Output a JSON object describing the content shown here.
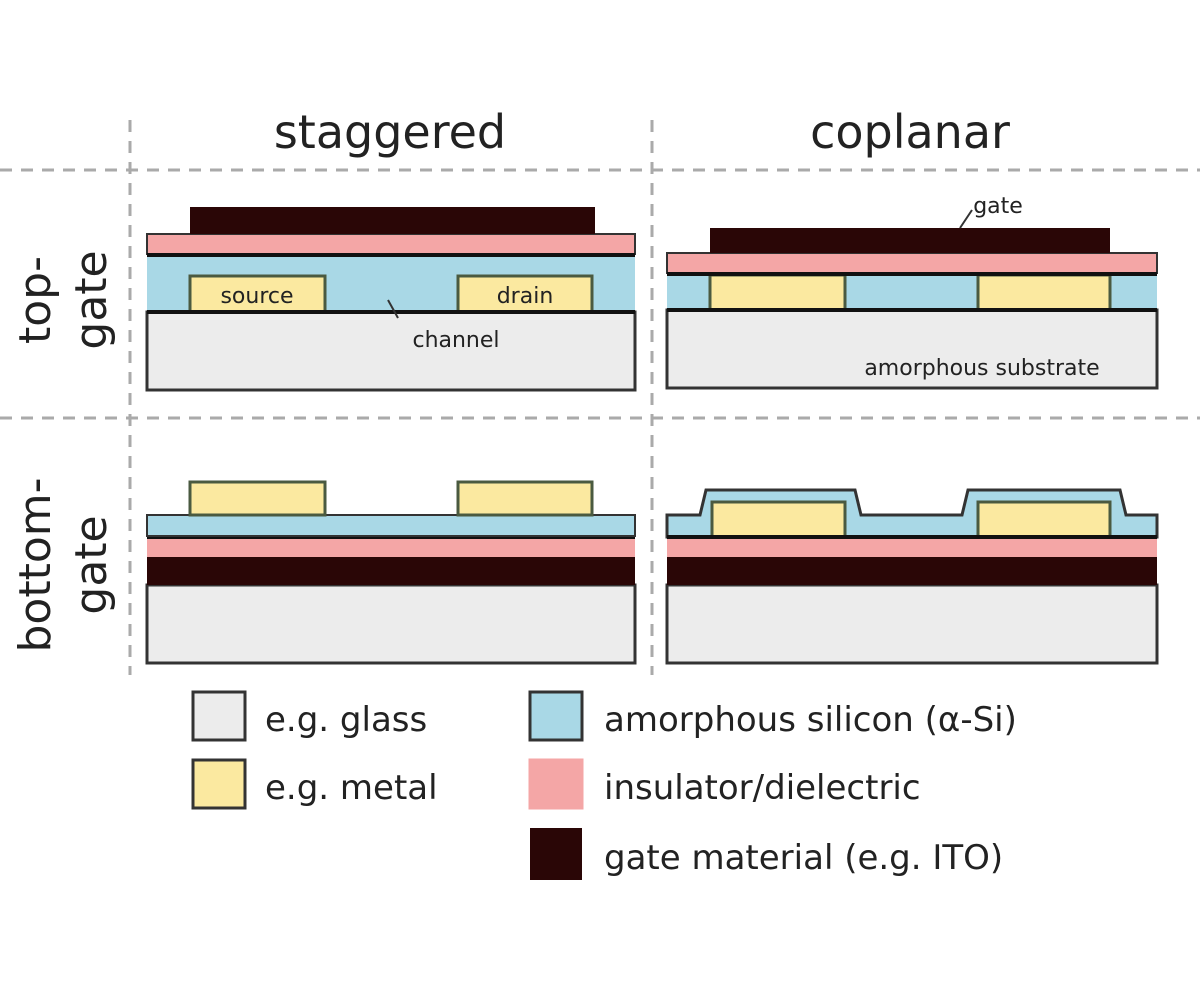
{
  "columns": {
    "staggered": "staggered",
    "coplanar": "coplanar"
  },
  "rows": {
    "top": [
      "top-",
      "gate"
    ],
    "bottom": [
      "bottom-",
      "gate"
    ]
  },
  "annotations": {
    "source": "source",
    "drain": "drain",
    "channel": "channel",
    "gate": "gate",
    "substrate": "amorphous substrate"
  },
  "legend": [
    {
      "label": "e.g. glass",
      "color": "#ececec"
    },
    {
      "label": "e.g. metal",
      "color": "#fbe9a0"
    },
    {
      "label": "amorphous silicon (α-Si)",
      "color": "#a9d8e6"
    },
    {
      "label": "insulator/dielectric",
      "color": "#f4a6a6"
    },
    {
      "label": "gate material (e.g. ITO)",
      "color": "#2a0606"
    }
  ]
}
